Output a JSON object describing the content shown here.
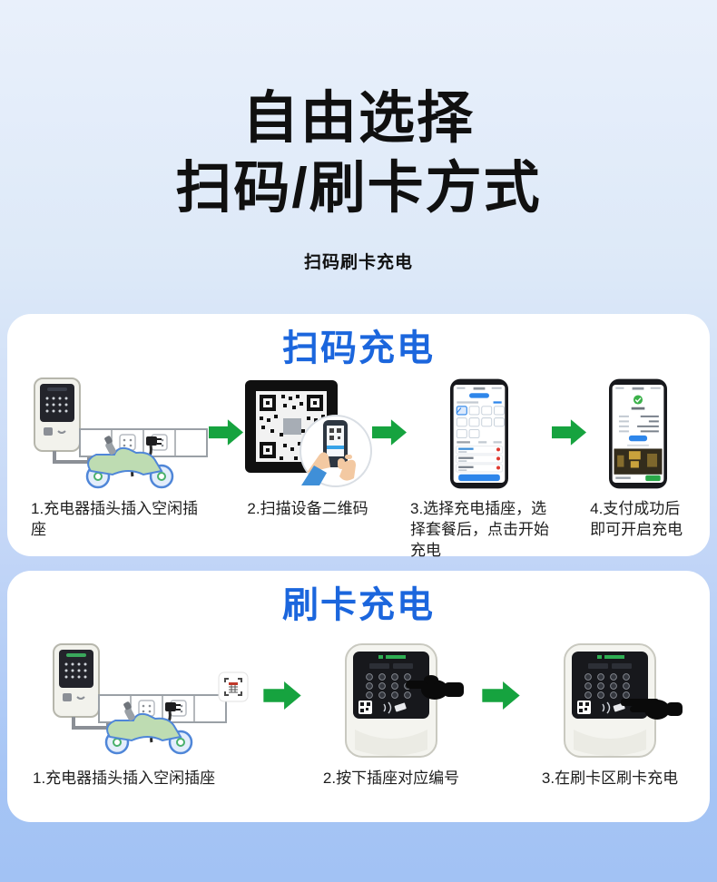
{
  "page": {
    "title_line1": "自由选择",
    "title_line2": "扫码/刷卡方式",
    "subtitle": "扫码刷卡充电"
  },
  "colors": {
    "accent_blue": "#1b66dd",
    "arrow_green": "#16a33f",
    "title_black": "#101010",
    "background_top": "#e9f0fb",
    "background_bottom": "#a2c2f4",
    "card_white": "#ffffff"
  },
  "icons": {
    "step_arrow": "arrow-right-icon",
    "scan_frame": "scan-frame-icon",
    "qr_code": "qr-code-icon"
  },
  "sections": [
    {
      "header": "扫码充电",
      "steps": [
        {
          "caption": "1.充电器插头插入空闲插座"
        },
        {
          "caption": "2.扫描设备二维码"
        },
        {
          "caption": "3.选择充电插座，选择套餐后，点击开始充电"
        },
        {
          "caption": "4.支付成功后即可开启充电"
        }
      ]
    },
    {
      "header": "刷卡充电",
      "steps": [
        {
          "caption": "1.充电器插头插入空闲插座"
        },
        {
          "caption": "2.按下插座对应编号"
        },
        {
          "caption": "3.在刷卡区刷卡充电"
        }
      ]
    }
  ]
}
